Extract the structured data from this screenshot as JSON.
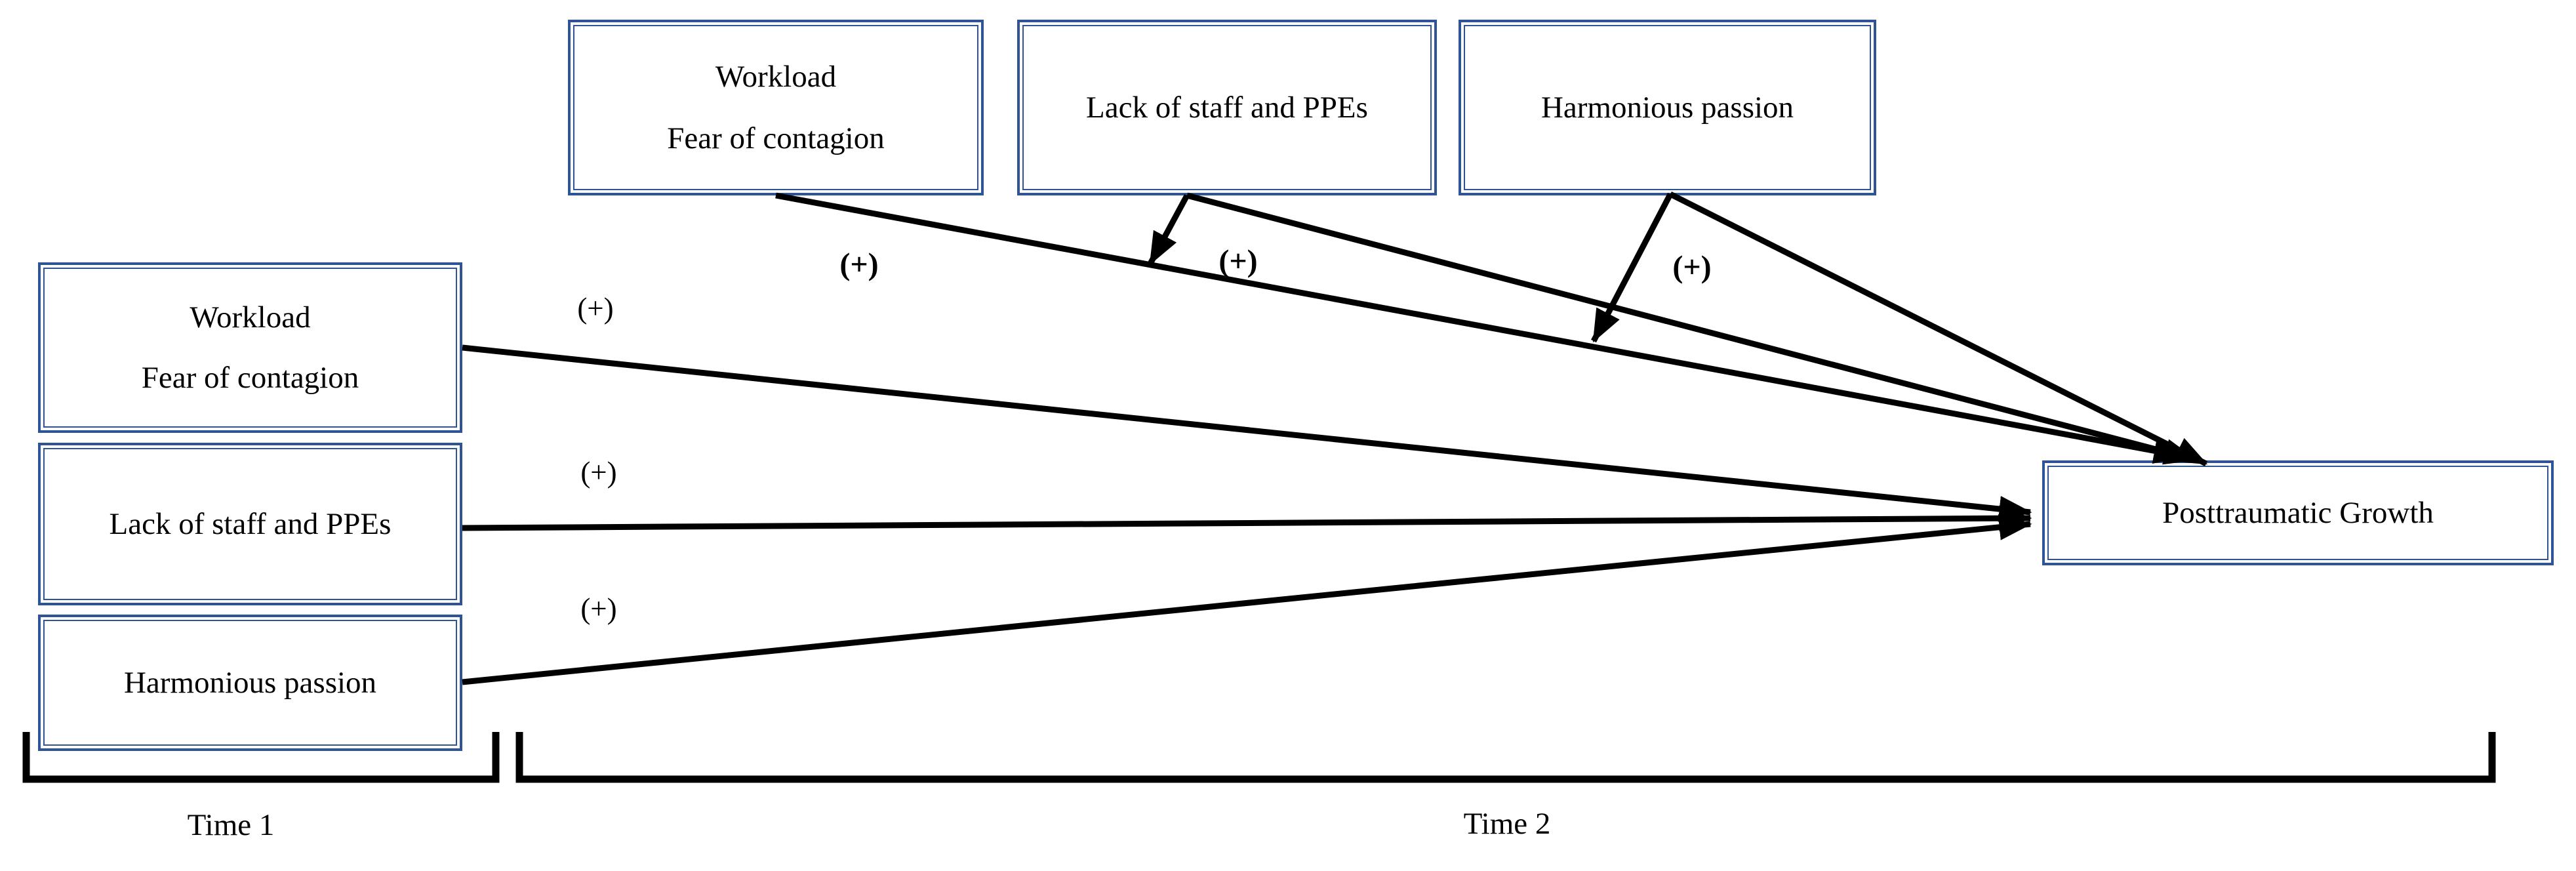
{
  "diagram": {
    "colors": {
      "box_border": "#2F5496",
      "line": "#000000",
      "text": "#000000",
      "background": "#FFFFFF"
    },
    "nodes": {
      "top_workload_fear": {
        "lines": [
          "Workload",
          "Fear of contagion"
        ]
      },
      "top_lack_staff": {
        "lines": [
          "Lack of staff and PPEs"
        ]
      },
      "top_harmonious": {
        "lines": [
          "Harmonious passion"
        ]
      },
      "left_workload_fear": {
        "lines": [
          "Workload",
          "Fear of contagion"
        ]
      },
      "left_lack_staff": {
        "lines": [
          "Lack of staff and PPEs"
        ]
      },
      "left_harmonious": {
        "lines": [
          "Harmonious passion"
        ]
      },
      "outcome": {
        "lines": [
          "Posttraumatic Growth"
        ]
      }
    },
    "plus_labels": [
      "(+)",
      "(+)",
      "(+)",
      "(+)",
      "(+)",
      "(+)"
    ],
    "time_labels": {
      "time1": "Time 1",
      "time2": "Time 2"
    },
    "relationships": [
      {
        "from": "Workload / Fear of contagion (Time 1)",
        "to": "Posttraumatic Growth",
        "sign": "(+)",
        "type": "direct"
      },
      {
        "from": "Lack of staff and PPEs (Time 1)",
        "to": "Posttraumatic Growth",
        "sign": "(+)",
        "type": "direct"
      },
      {
        "from": "Harmonious passion (Time 1)",
        "to": "Posttraumatic Growth",
        "sign": "(+)",
        "type": "direct"
      },
      {
        "from": "Workload / Fear of contagion (Time 2)",
        "to": "Posttraumatic Growth",
        "sign": "(+)",
        "type": "direct"
      },
      {
        "from": "Lack of staff and PPEs (Time 2)",
        "to": "Posttraumatic Growth",
        "sign": "(+)",
        "type": "direct"
      },
      {
        "from": "Harmonious passion (Time 2)",
        "to": "Posttraumatic Growth",
        "sign": "(+)",
        "type": "direct"
      },
      {
        "from": "Lack of staff and PPEs (Time 2)",
        "to": "path: Workload / Fear of contagion → Posttraumatic Growth",
        "type": "moderation"
      },
      {
        "from": "Harmonious passion (Time 2)",
        "to": "path: Workload / Fear of contagion → Posttraumatic Growth",
        "type": "moderation"
      }
    ]
  }
}
